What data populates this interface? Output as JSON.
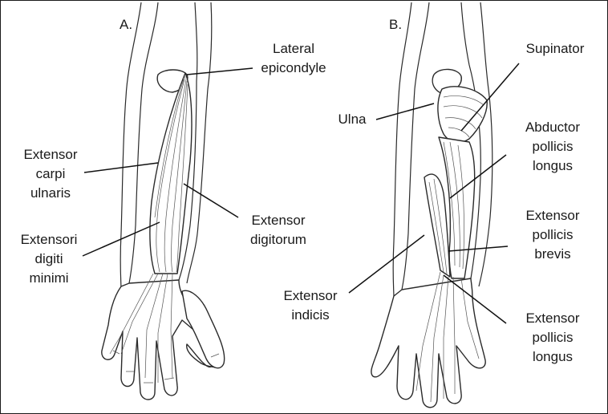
{
  "panels": {
    "a": "A.",
    "b": "B."
  },
  "labels_a": {
    "lateral_epicondyle": [
      "Lateral",
      "epicondyle"
    ],
    "extensor_carpi_ulnaris": [
      "Extensor",
      "carpi",
      "ulnaris"
    ],
    "extensor_digitorum": [
      "Extensor",
      "digitorum"
    ],
    "extensor_digiti_minimi": [
      "Extensori",
      "digiti",
      "minimi"
    ]
  },
  "labels_b": {
    "supinator": [
      "Supinator"
    ],
    "ulna": [
      "Ulna"
    ],
    "abductor_pollicis_longus": [
      "Abductor",
      "pollicis",
      "longus"
    ],
    "extensor_pollicis_brevis": [
      "Extensor",
      "pollicis",
      "brevis"
    ],
    "extensor_indicis": [
      "Extensor",
      "indicis"
    ],
    "extensor_pollicis_longus": [
      "Extensor",
      "pollicis",
      "longus"
    ]
  }
}
